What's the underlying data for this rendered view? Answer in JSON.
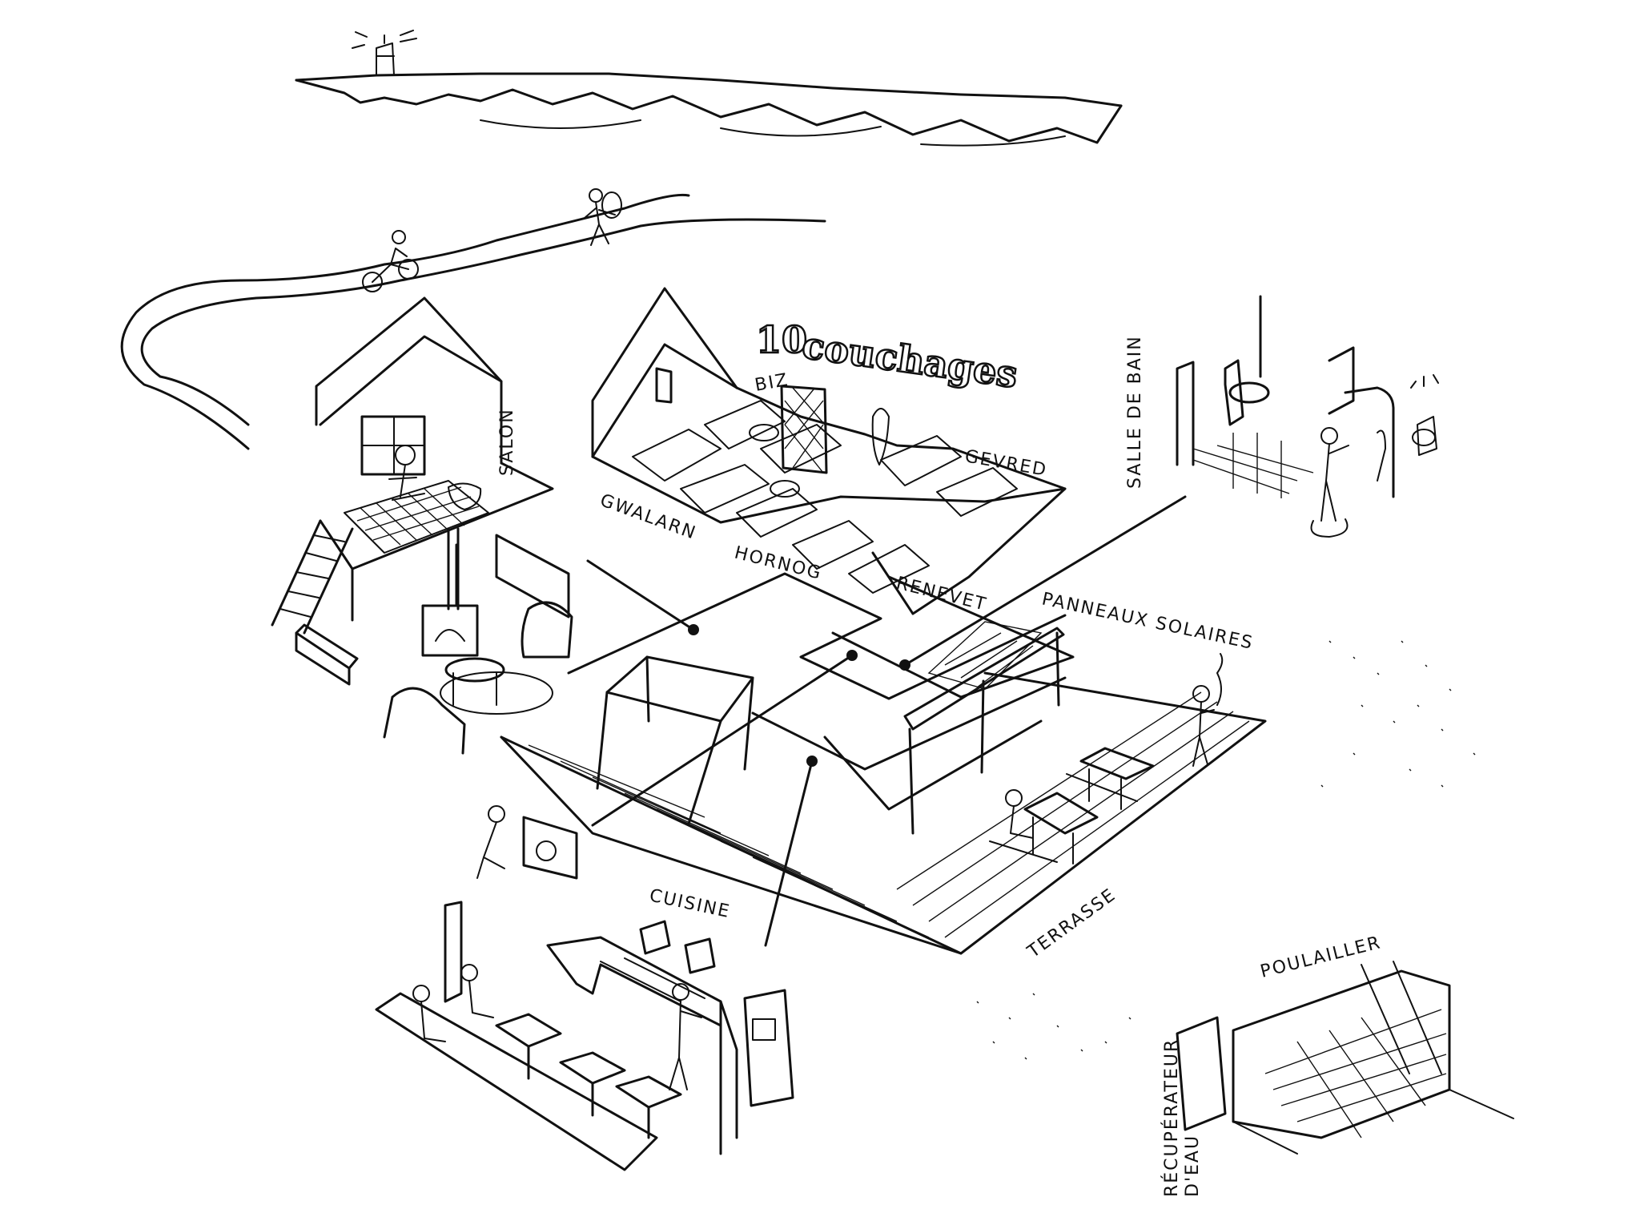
{
  "labels": {
    "beds_count": "10",
    "beds_word": "couchages",
    "salon": "SALON",
    "salle_de_bain": "SALLE DE BAIN",
    "biz": "BIZ",
    "gevred": "GEVRED",
    "gwalarn": "GWALARN",
    "hornog": "HORNOG",
    "renevet": "RENEVET",
    "panneaux_solaires": "PANNEAUX SOLAIRES",
    "cuisine": "CUISINE",
    "terrasse": "TERRASSE",
    "poulailler": "POULAILLER",
    "recuperateur_line1": "RÉCUPÉRATEUR",
    "recuperateur_line2": "D'EAU"
  }
}
